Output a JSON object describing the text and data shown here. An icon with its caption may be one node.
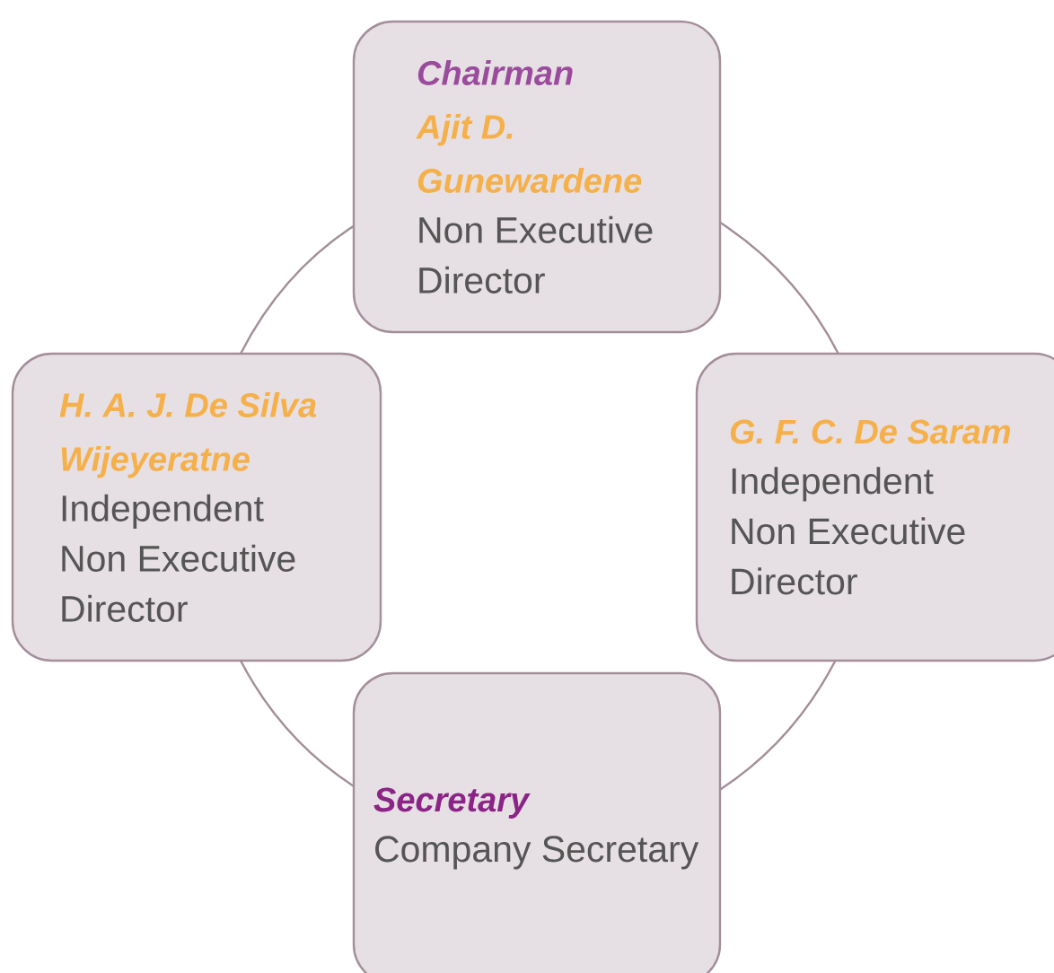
{
  "diagram": {
    "nodes": [
      {
        "text": [
          "Chairman",
          "Ajit D. Gunewardene",
          "Non Executive Director"
        ]
      },
      {
        "text": [
          "H. A. J. De Silva Wijeyeratne",
          "Independent Non Executive Director"
        ]
      },
      {
        "text": [
          "G. F. C. De Saram",
          "Independent Non Executive Director"
        ]
      },
      {
        "text": [
          "Secretary",
          "Company Secretary"
        ]
      }
    ],
    "edges": [
      {
        "from": 0,
        "to": 1,
        "arrow": "none"
      },
      {
        "from": 0,
        "to": 2,
        "arrow": "none"
      },
      {
        "from": 1,
        "to": 3,
        "arrow": "none"
      },
      {
        "from": 2,
        "to": 3,
        "arrow": "none"
      }
    ]
  }
}
